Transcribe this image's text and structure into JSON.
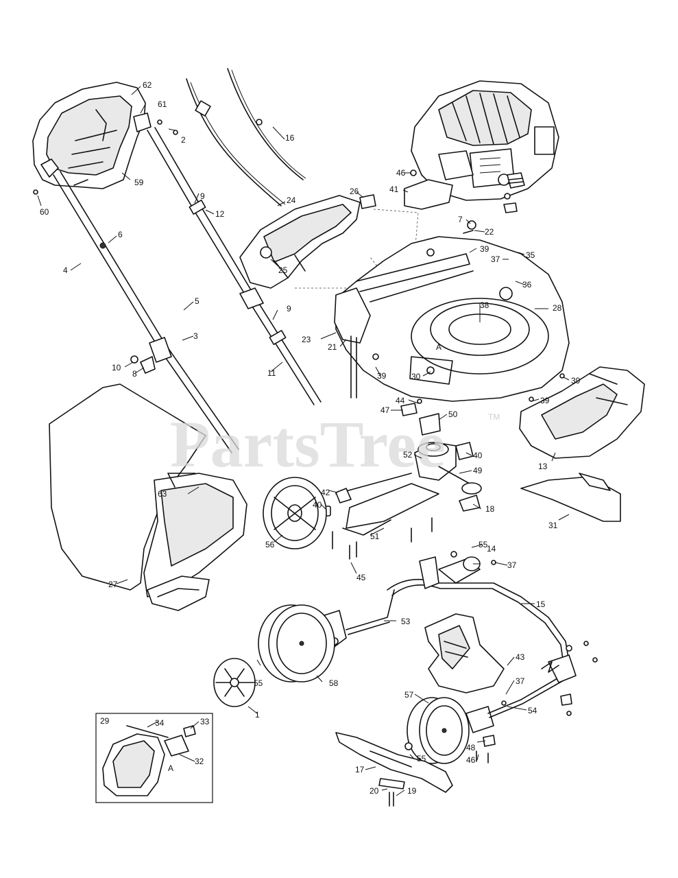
{
  "watermark": {
    "text": "PartsTree",
    "trademark": "TM"
  },
  "callouts": [
    "62",
    "61",
    "2",
    "59",
    "60",
    "9",
    "12",
    "4",
    "6",
    "5",
    "3",
    "10",
    "8",
    "9",
    "11",
    "24",
    "16",
    "26",
    "25",
    "46",
    "41",
    "7",
    "22",
    "39",
    "37",
    "35",
    "36",
    "28",
    "38",
    "23",
    "21",
    "39",
    "30",
    "39",
    "39",
    "13",
    "44",
    "47",
    "50",
    "52",
    "40",
    "49",
    "42",
    "40",
    "18",
    "51",
    "56",
    "45",
    "55",
    "14",
    "37",
    "15",
    "63",
    "27",
    "53",
    "31",
    "43",
    "57",
    "37",
    "54",
    "55",
    "58",
    "1",
    "48",
    "46",
    "55",
    "17",
    "20",
    "19",
    "29",
    "34",
    "33",
    "32",
    "A",
    "A"
  ]
}
